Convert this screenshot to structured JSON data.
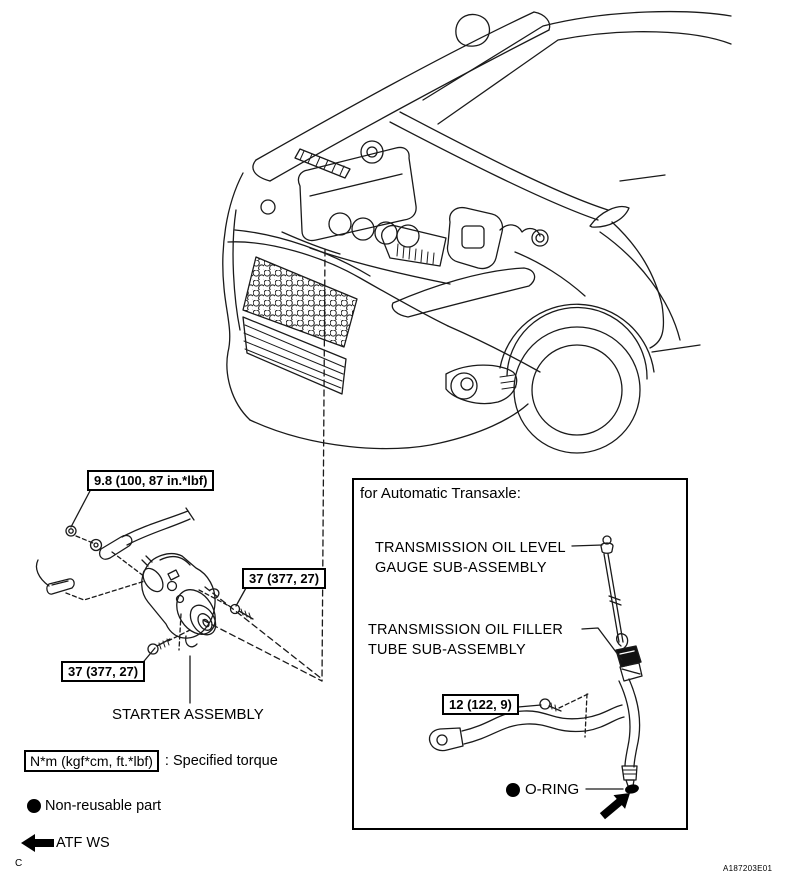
{
  "page": {
    "paper_color": "#ffffff",
    "ink_color": "#1a1a1a",
    "corner_marker": "C",
    "figure_code": "A187203E01"
  },
  "starter_view": {
    "torque_cable_nut": "9.8 (100, 87 in.*lbf)",
    "torque_mount_bolt": "37 (377, 27)",
    "part_label": "STARTER ASSEMBLY"
  },
  "inset": {
    "title": "for Automatic Transaxle:",
    "gauge_label": [
      "TRANSMISSION OIL LEVEL",
      "GAUGE SUB-ASSEMBLY"
    ],
    "filler_label": [
      "TRANSMISSION OIL FILLER",
      "TUBE SUB-ASSEMBLY"
    ],
    "torque_tube_bolt": "12 (122, 9)",
    "oring_label": "O-RING",
    "oring_icon": "filled-circle",
    "pointer_icon": "up-right-solid-arrow"
  },
  "legend": {
    "torque_symbol": "N*m (kgf*cm, ft.*lbf)",
    "torque_meaning": ": Specified torque",
    "non_reusable_icon": "filled-circle",
    "non_reusable": "Non-reusable part",
    "fluid_icon": "left-solid-arrow",
    "fluid": "ATF WS"
  }
}
